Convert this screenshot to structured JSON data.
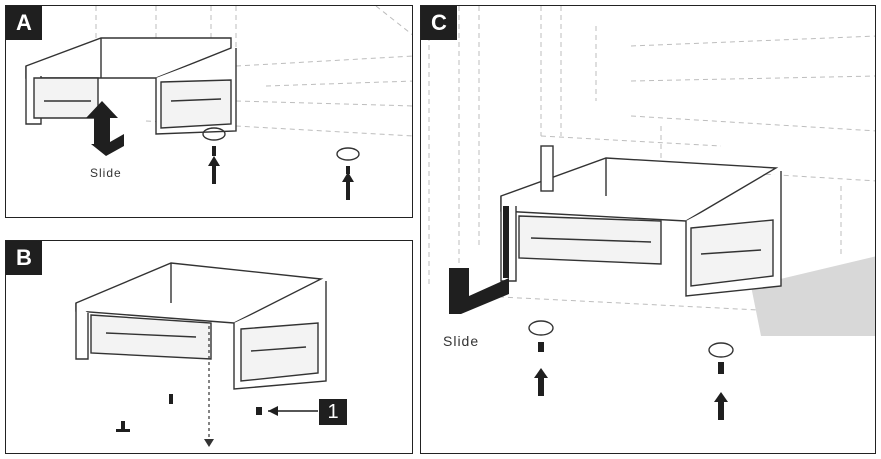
{
  "panels": {
    "a": {
      "tag": "A",
      "slide_label": "Slide"
    },
    "b": {
      "tag": "B",
      "callout": "1"
    },
    "c": {
      "tag": "C",
      "slide_label": "Slide"
    }
  }
}
